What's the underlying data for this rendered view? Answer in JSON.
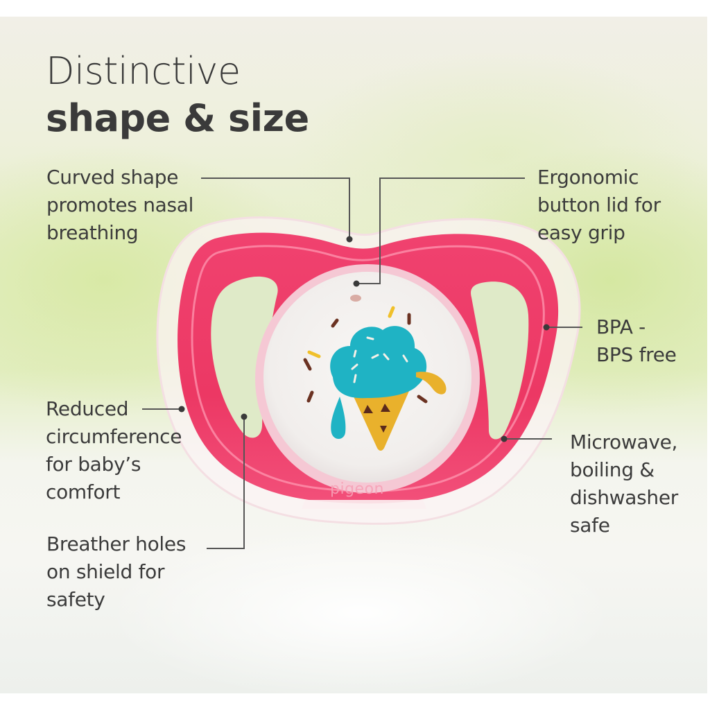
{
  "heading": {
    "line1": "Distinctive",
    "line2": "shape & size"
  },
  "callouts": [
    {
      "id": "curved-shape",
      "text": "Curved shape\npromotes nasal\nbreathing"
    },
    {
      "id": "button-lid",
      "text": "Ergonomic\nbutton lid for\neasy grip"
    },
    {
      "id": "bpa-free",
      "text": "BPA -\nBPS free"
    },
    {
      "id": "reduced-circumference",
      "text": "Reduced\ncircumference\nfor baby’s\ncomfort"
    },
    {
      "id": "microwave-safe",
      "text": "Microwave,\nboiling &\ndishwasher\nsafe"
    },
    {
      "id": "breather-holes",
      "text": "Breather holes\non shield for\nsafety"
    }
  ],
  "product": {
    "brand_mark": "pigeon",
    "illustration": "ice-cream-cone",
    "colors": {
      "ring": "#ee3d6c",
      "ring_light": "#f8708f",
      "shield": "#f9eef0",
      "button": "#f5f2f0",
      "ice_cream": "#1fb3c4",
      "cone": "#e9b12c",
      "sprinkle_brown": "#6b3222",
      "sprinkle_yellow": "#f0c02a"
    }
  },
  "colors": {
    "text": "#3a3a3a",
    "leader_line": "#555555"
  }
}
